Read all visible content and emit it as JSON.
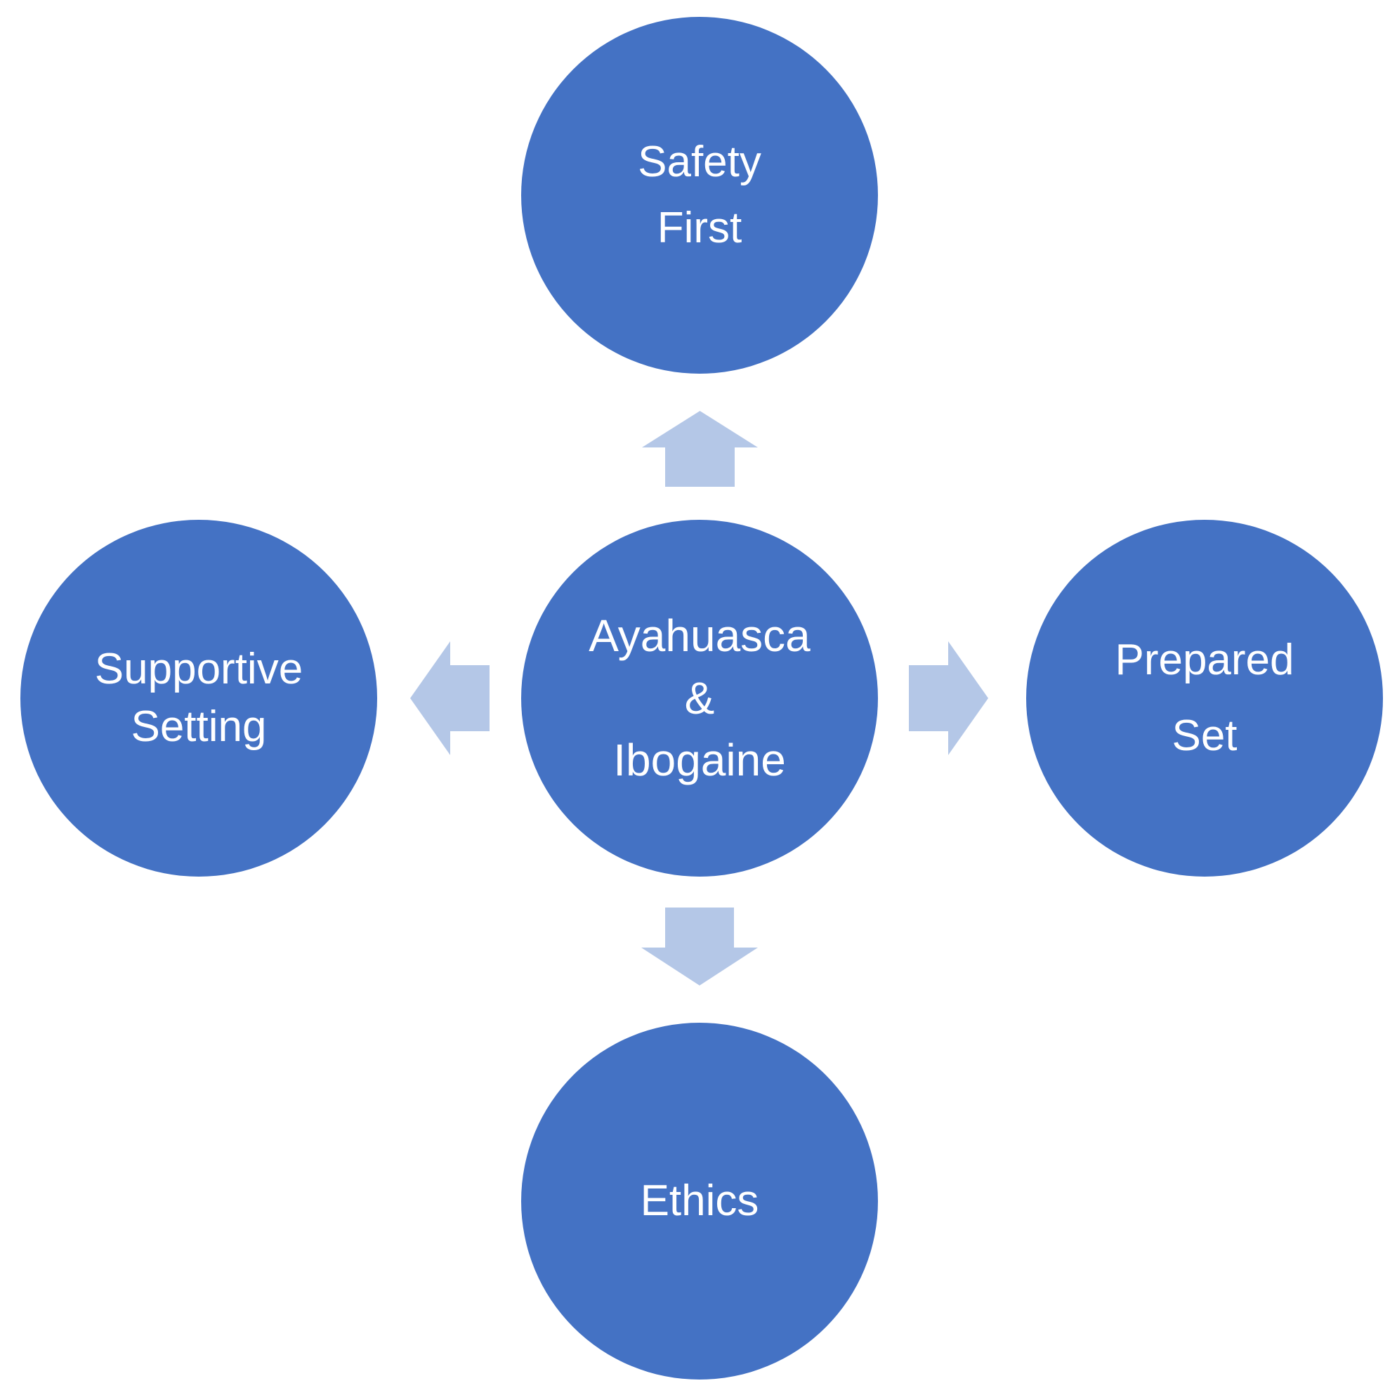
{
  "colors": {
    "circle_fill": "#4472C4",
    "arrow_fill": "#B4C7E7",
    "text": "#FFFFFF",
    "background": "#FFFFFF"
  },
  "center": {
    "lines": [
      "Ayahuasca",
      "&",
      "Ibogaine"
    ]
  },
  "nodes": {
    "top": {
      "lines": [
        "Safety",
        "First"
      ]
    },
    "right": {
      "lines": [
        "Prepared",
        "Set"
      ]
    },
    "bottom": {
      "lines": [
        "Ethics"
      ]
    },
    "left": {
      "lines": [
        "Supportive",
        "Setting"
      ]
    }
  },
  "arrows": {
    "top": "up-arrow-icon",
    "right": "right-arrow-icon",
    "bottom": "down-arrow-icon",
    "left": "left-arrow-icon"
  }
}
